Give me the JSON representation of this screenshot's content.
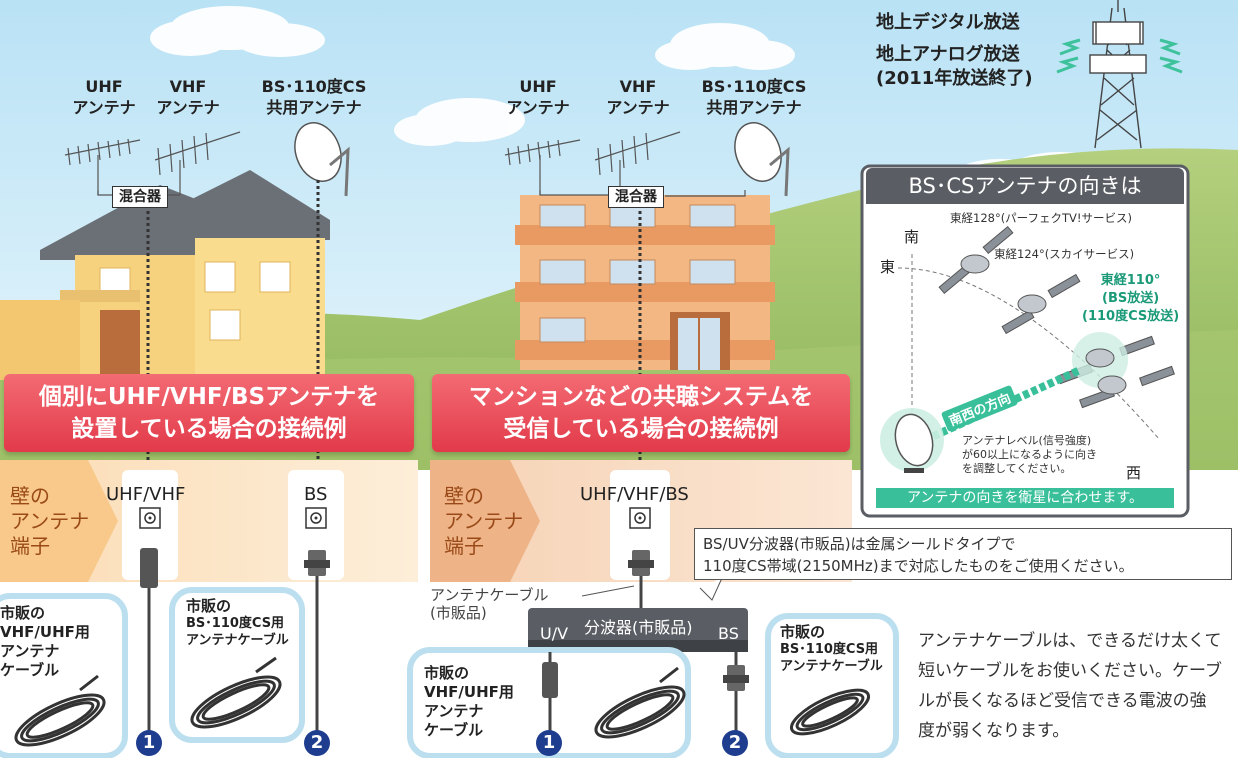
{
  "broadcast": {
    "terrestrial_digital": "地上デジタル放送",
    "terrestrial_analog": "地上アナログ放送",
    "analog_end": "(2011年放送終了)"
  },
  "left": {
    "uhf_antenna": [
      "UHF",
      "アンテナ"
    ],
    "vhf_antenna": [
      "VHF",
      "アンテナ"
    ],
    "bs_antenna": [
      "BS･110度CS",
      "共用アンテナ"
    ],
    "mixer": "混合器",
    "banner": [
      "個別にUHF/VHF/BSアンテナを",
      "設置している場合の接続例"
    ],
    "wall_label": [
      "壁の",
      "アンテナ",
      "端子"
    ],
    "jack_uhfvhf": "UHF/VHF",
    "jack_bs": "BS",
    "cable1_label": [
      "市販の",
      "VHF/UHF用",
      "アンテナ",
      "ケーブル"
    ],
    "cable2_label": [
      "市販の",
      "BS･110度CS用",
      "アンテナケーブル"
    ],
    "num1": "1",
    "num2": "2"
  },
  "right": {
    "uhf_antenna": [
      "UHF",
      "アンテナ"
    ],
    "vhf_antenna": [
      "VHF",
      "アンテナ"
    ],
    "bs_antenna": [
      "BS･110度CS",
      "共用アンテナ"
    ],
    "mixer": "混合器",
    "banner": [
      "マンションなどの共聴システムを",
      "受信している場合の接続例"
    ],
    "wall_label": [
      "壁の",
      "アンテナ",
      "端子"
    ],
    "jack": "UHF/VHF/BS",
    "antenna_cable": [
      "アンテナケーブル",
      "(市販品)"
    ],
    "splitter": "分波器(市販品)",
    "splitter_uv": "U/V",
    "splitter_bs": "BS",
    "cable1_label": [
      "市販の",
      "VHF/UHF用",
      "アンテナ",
      "ケーブル"
    ],
    "cable2_label": [
      "市販の",
      "BS･110度CS用",
      "アンテナケーブル"
    ],
    "num1": "1",
    "num2": "2"
  },
  "satellite_panel": {
    "title": "BS･CSアンテナの向きは",
    "sat128": "東経128°(パーフェクTV!サービス)",
    "sat124": "東経124°(スカイサービス)",
    "sat110": [
      "東経110°",
      "(BS放送)",
      "(110度CS放送)"
    ],
    "south": "南",
    "east": "東",
    "west": "西",
    "southwest": "南西の方向",
    "level_note": [
      "アンテナレベル(信号強度)",
      "が60以上になるように向き",
      "を調整してください。"
    ],
    "footer": "アンテナの向きを衛星に合わせます。"
  },
  "splitter_note": [
    "BS/UV分波器(市販品)は金属シールドタイプで",
    "110度CS帯域(2150MHz)まで対応したものをご使用ください。"
  ],
  "advice": "アンテナケーブルは、できるだけ太くて短いケーブルをお使いください。ケーブルが長くなるほど受信できる電波の強度が弱くなります。",
  "colors": {
    "sky": "#cfeaf6",
    "hill": "#9fc26a",
    "banner": "#e8434f",
    "navy": "#1e3d8f",
    "teal": "#39c09a",
    "wall_band": "#fbe3c4",
    "panel_gray": "#5a5e64"
  }
}
